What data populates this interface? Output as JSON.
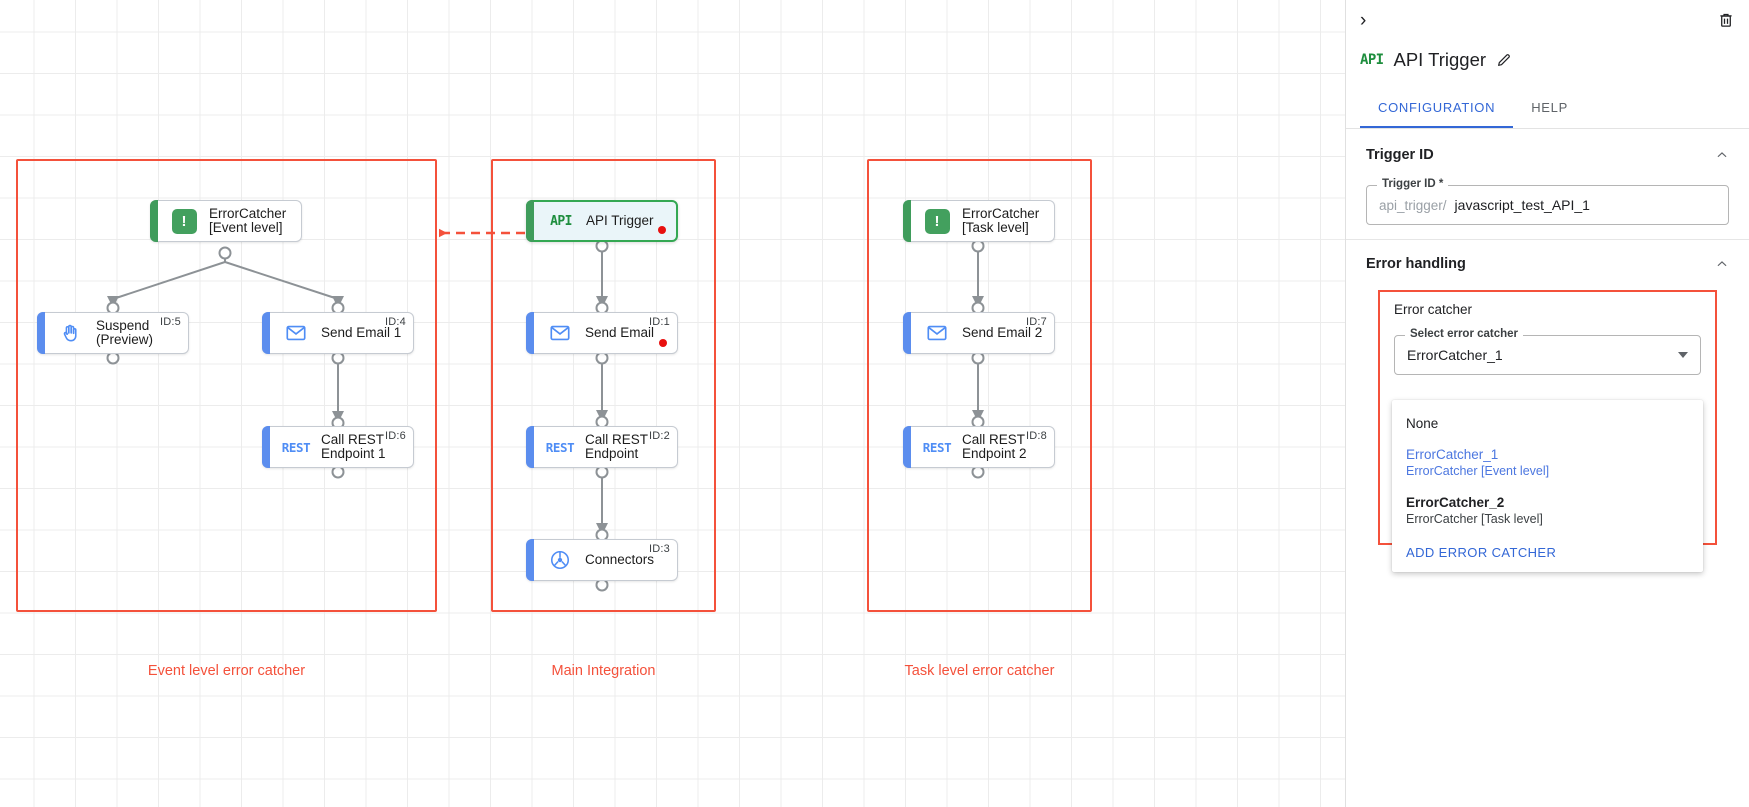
{
  "canvas": {
    "groups": [
      {
        "caption": "Event level error catcher"
      },
      {
        "caption": "Main Integration"
      },
      {
        "caption": "Task level error catcher"
      }
    ],
    "nodes": {
      "errorcatcher_event": {
        "label": "ErrorCatcher\n[Event level]",
        "icon": "error-catcher-icon",
        "id": ""
      },
      "suspend": {
        "label": "Suspend\n(Preview)",
        "icon": "hand-icon",
        "id": "ID:5"
      },
      "send_email_1": {
        "label": "Send Email 1",
        "icon": "envelope-icon",
        "id": "ID:4"
      },
      "call_rest_1": {
        "label": "Call REST\nEndpoint 1",
        "icon": "rest-icon",
        "id": "ID:6"
      },
      "api_trigger": {
        "label": "API Trigger",
        "icon": "api-icon",
        "id": ""
      },
      "send_email": {
        "label": "Send Email",
        "icon": "envelope-icon",
        "id": "ID:1"
      },
      "call_rest": {
        "label": "Call REST\nEndpoint",
        "icon": "rest-icon",
        "id": "ID:2"
      },
      "connectors": {
        "label": "Connectors",
        "icon": "connectors-icon",
        "id": "ID:3"
      },
      "errorcatcher_task": {
        "label": "ErrorCatcher\n[Task level]",
        "icon": "error-catcher-icon",
        "id": ""
      },
      "send_email_2": {
        "label": "Send Email 2",
        "icon": "envelope-icon",
        "id": "ID:7"
      },
      "call_rest_2": {
        "label": "Call REST\nEndpoint 2",
        "icon": "rest-icon",
        "id": "ID:8"
      }
    },
    "icon_text": {
      "rest": "REST",
      "api": "API",
      "error_catcher": "!"
    }
  },
  "panel": {
    "collapse_label": "›",
    "logo_text": "API",
    "title": "API Trigger",
    "tabs": [
      {
        "label": "CONFIGURATION",
        "active": true
      },
      {
        "label": "HELP",
        "active": false
      }
    ],
    "trigger_id_section": {
      "heading": "Trigger ID",
      "field_legend": "Trigger ID *",
      "prefix": "api_trigger/",
      "value": "javascript_test_API_1"
    },
    "error_handling_section": {
      "heading": "Error handling",
      "error_catcher_label": "Error catcher",
      "select_legend": "Select error catcher",
      "select_value": "ErrorCatcher_1",
      "menu": [
        {
          "primary": "None",
          "secondary": "",
          "selected": false
        },
        {
          "primary": "ErrorCatcher_1",
          "secondary": "ErrorCatcher [Event level]",
          "selected": true
        },
        {
          "primary": "ErrorCatcher_2",
          "secondary": "ErrorCatcher [Task level]",
          "selected": false
        }
      ],
      "add_action": "ADD ERROR CATCHER"
    }
  },
  "colors": {
    "accent_blue": "#5b8dee",
    "group_red": "#f4513b",
    "selected_green": "#34a853",
    "link_blue": "#3367d6",
    "error_dot": "#e8100f"
  }
}
